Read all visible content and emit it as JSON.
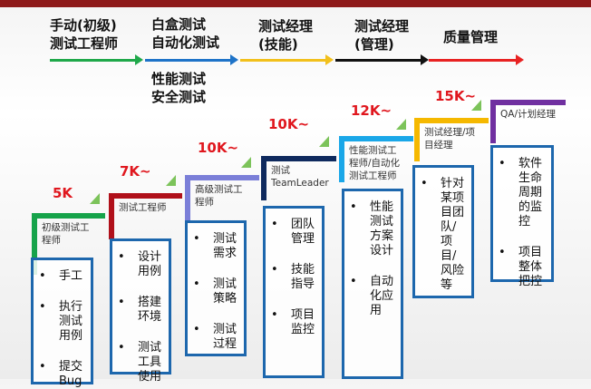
{
  "header": [
    {
      "text": "手动(初级)\n测试工程师"
    },
    {
      "text": "白盒测试\n自动化测试"
    },
    {
      "text": "性能测试\n安全测试"
    },
    {
      "text": "测试经理\n(技能)"
    },
    {
      "text": "测试经理\n(管理)"
    },
    {
      "text": "质量管理"
    }
  ],
  "arrow_colors": [
    "#1fa84a",
    "#1e73c8",
    "#f2c01c",
    "#111111",
    "#e82222"
  ],
  "stages": [
    {
      "salary": "5K",
      "title": "初级测试工\n程师",
      "color": "#16a34a",
      "bullets": [
        "手工",
        "执行测试用例",
        "提交Bug"
      ]
    },
    {
      "salary": "7K~",
      "title": "测试工程师",
      "color": "#b0101a",
      "bullets": [
        "设计用例",
        "搭建环境",
        "测试工具使用"
      ]
    },
    {
      "salary": "10K~",
      "title": "高级测试工\n程师",
      "color": "#7b7fd8",
      "bullets": [
        "测试需求",
        "测试策略",
        "测试过程"
      ]
    },
    {
      "salary": "10K~",
      "title": "测试\nTeamLeader",
      "color": "#0f2a5e",
      "bullets": [
        "团队管理",
        "技能指导",
        "项目监控"
      ]
    },
    {
      "salary": "12K~",
      "title": "性能测试工\n程师/自动化\n测试工程师",
      "color": "#1aa7e8",
      "bullets": [
        "性能测试方案设计",
        "自动化应用"
      ]
    },
    {
      "salary": "15K~",
      "title": "测试经理/项\n目经理",
      "color": "#f5b800",
      "bullets": [
        "针对某项目团队/项目/风险等"
      ]
    },
    {
      "salary": "",
      "title": "QA/计划经理",
      "color": "#7030a0",
      "bullets": [
        "软件生命周期的监控",
        "项目整体把控"
      ]
    }
  ]
}
